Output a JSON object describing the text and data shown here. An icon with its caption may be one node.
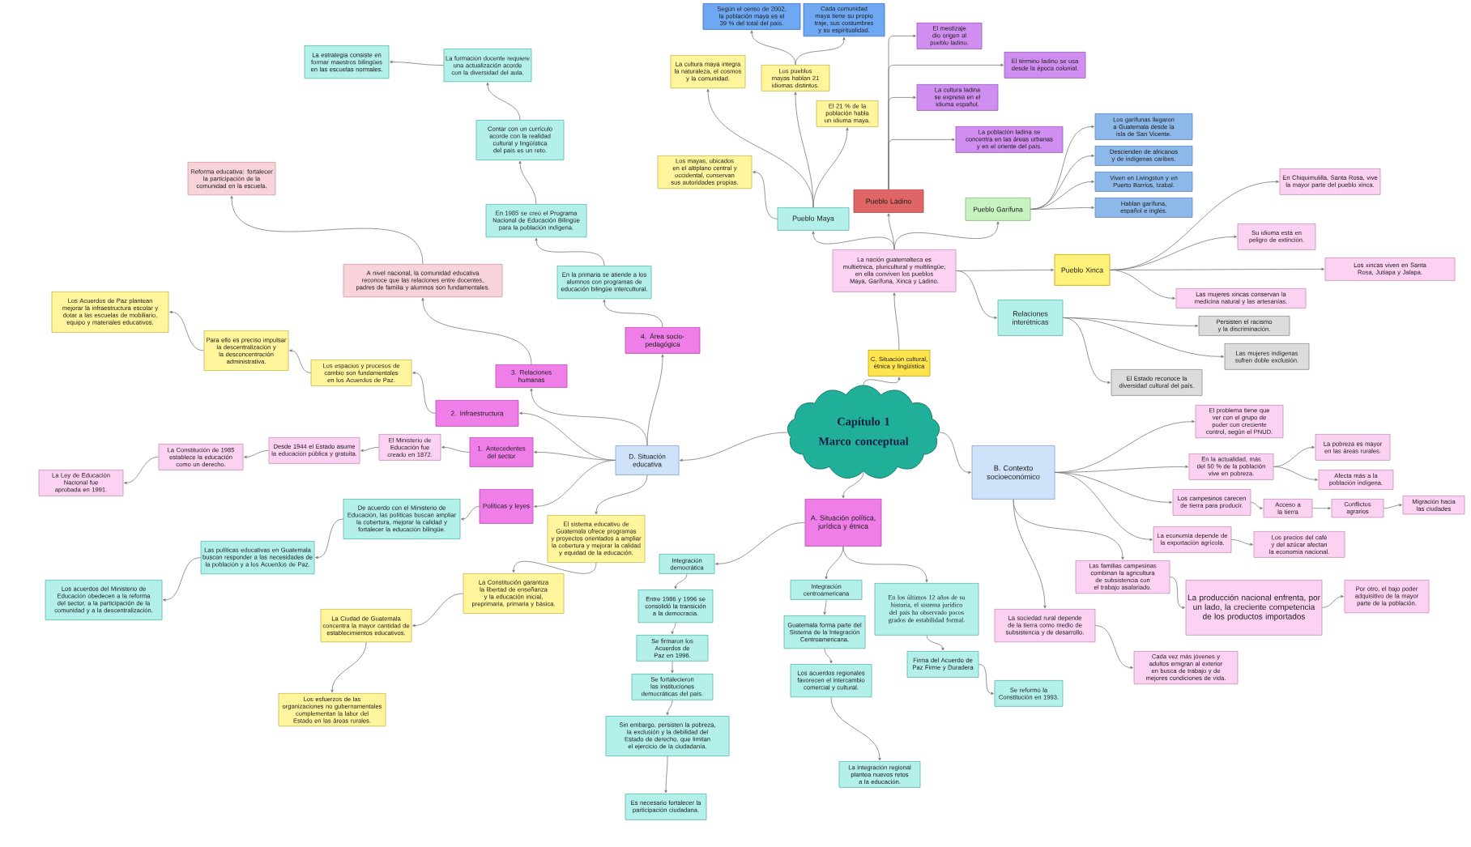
{
  "diagram": {
    "nodes": [
      {
        "text": [
          "Capítulo 1",
          "Marco conceptual"
        ]
      },
      {
        "text": [
          "A. Situación política, jurídica y étnica"
        ]
      },
      {
        "text": [
          "B. Contexto socioeconómico"
        ]
      },
      {
        "text": [
          "C. Situación cultural, étnica y lingüística"
        ]
      },
      {
        "text": [
          "D. Situación educativa"
        ]
      },
      {
        "text": [
          "La nación guatemalteca es multiétnica, pluricultural y multilingüe; en ella conviven los pueblos Maya, Garífuna, Xinca y Ladino."
        ]
      },
      {
        "text": [
          "Pueblo Maya"
        ]
      },
      {
        "text": [
          "Pueblo Ladino"
        ]
      },
      {
        "text": [
          "Pueblo Garífuna"
        ]
      },
      {
        "text": [
          "Pueblo Xinca"
        ]
      },
      {
        "text": [
          "Relaciones interétnicas"
        ]
      },
      {
        "text": [
          "Según el censo de 2002, la población maya es el 39 % del total del país."
        ]
      },
      {
        "text": [
          "Cada comunidad maya tiene su propio traje, sus costumbres y su espiritualidad."
        ]
      },
      {
        "text": [
          "La cultura maya integra la naturaleza, el cosmos y la comunidad."
        ]
      },
      {
        "text": [
          "Los pueblos mayas hablan 21 idiomas distintos."
        ]
      },
      {
        "text": [
          "El 21 % de la población habla un idioma maya."
        ]
      },
      {
        "text": [
          "Los mayas, ubicados en el altiplano central y occidental, conservan sus autoridades propias."
        ]
      },
      {
        "text": [
          "La cultura ladina se expresa en el idioma español."
        ]
      },
      {
        "text": [
          "El mestizaje dio origen al pueblo ladino."
        ]
      },
      {
        "text": [
          "El término ladino se usa desde la época colonial."
        ]
      },
      {
        "text": [
          "La población ladina se concentra en las áreas urbanas y en el oriente del país."
        ]
      },
      {
        "text": [
          "Los garífunas llegaron a Guatemala desde la isla de San Vicente."
        ]
      },
      {
        "text": [
          "Descienden de africanos y de indígenas caribes."
        ]
      },
      {
        "text": [
          "Viven en Livingston y en Puerto Barrios, Izabal."
        ]
      },
      {
        "text": [
          "Hablan garífuna, español e inglés."
        ]
      },
      {
        "text": [
          "En Chiquimulilla, Santa Rosa, vive la mayor parte del pueblo xinca."
        ]
      },
      {
        "text": [
          "Su idioma está en peligro de extinción."
        ]
      },
      {
        "text": [
          "Los xincas viven en Santa Rosa, Jutiapa y Jalapa."
        ]
      },
      {
        "text": [
          "Las mujeres xincas conservan la medicina natural y las artesanías."
        ]
      },
      {
        "text": [
          "Persisten el racismo y la discriminación."
        ]
      },
      {
        "text": [
          "Las mujeres indígenas sufren doble exclusión."
        ]
      },
      {
        "text": [
          "El Estado reconoce la diversidad cultural del país."
        ]
      },
      {
        "text": [
          "4. Área socio-pedagógica"
        ]
      },
      {
        "text": [
          "3. Relaciones humanas"
        ]
      },
      {
        "text": [
          "2. Infraestructura"
        ]
      },
      {
        "text": [
          "1. Antecedentes del sector"
        ]
      },
      {
        "text": [
          "Políticas y leyes"
        ]
      },
      {
        "text": [
          "El sistema educativo de Guatemala ofrece programas y proyectos orientados a ampliar la cobertura y mejorar la calidad y equidad de la educación."
        ]
      },
      {
        "text": [
          "En la primaria se atiende a los alumnos con programas de educación bilingüe intercultural."
        ]
      },
      {
        "text": [
          "En 1985 se creó el Programa Nacional de Educación Bilingüe para la población indígena."
        ]
      },
      {
        "text": [
          "Contar con un currículo acorde con la realidad cultural y lingüística del país es un reto."
        ]
      },
      {
        "text": [
          "La formación docente requiere una actualización acorde con la diversidad del aula."
        ]
      },
      {
        "text": [
          "La estrategia consiste en formar maestros bilingües en las escuelas normales."
        ]
      },
      {
        "text": [
          "A nivel nacional, la comunidad educativa reconoce que las relaciones entre docentes, padres de familia y alumnos son fundamentales."
        ]
      },
      {
        "text": [
          "Reforma educativa: fortalecer la participación de la comunidad en la escuela."
        ]
      },
      {
        "text": [
          "Los espacios y procesos de cambio son fundamentales en los Acuerdos de Paz."
        ]
      },
      {
        "text": [
          "Para ello es preciso impulsar la descentralización y la desconcentración administrativa."
        ]
      },
      {
        "text": [
          "Los Acuerdos de Paz plantean mejorar la infraestructura escolar y dotar a las escuelas de mobiliario, equipo y materiales educativos."
        ]
      },
      {
        "text": [
          "El Ministerio de Educación fue creado en 1872."
        ]
      },
      {
        "text": [
          "Desde 1944 el Estado asume la educación pública y gratuita."
        ]
      },
      {
        "text": [
          "La Constitución de 1985 establece la educación como un derecho."
        ]
      },
      {
        "text": [
          "La Ley de Educación Nacional fue aprobada en 1991."
        ]
      },
      {
        "text": [
          "De acuerdo con el Ministerio de Educación, las políticas buscan ampliar la cobertura, mejorar la calidad y fortalecer la educación bilingüe."
        ]
      },
      {
        "text": [
          "Las políticas educativas en Guatemala buscan responder a las necesidades de la población y a los Acuerdos de Paz."
        ]
      },
      {
        "text": [
          "Los acuerdos del Ministerio de Educación obedecen a la reforma del sector, a la participación de la comunidad y a la descentralización."
        ]
      },
      {
        "text": [
          "La Constitución garantiza la libertad de enseñanza y la educación inicial, preprimaria, primaria y básica."
        ]
      },
      {
        "text": [
          "La Ciudad de Guatemala concentra la mayor cantidad de establecimientos educativos."
        ]
      },
      {
        "text": [
          "Los esfuerzos de las organizaciones no gubernamentales complementan la labor del Estado en las áreas rurales."
        ]
      },
      {
        "text": [
          "Integración democrática"
        ]
      },
      {
        "text": [
          "Entre 1986 y 1996 se consolidó la transición a la democracia."
        ]
      },
      {
        "text": [
          "Se firmaron los Acuerdos de Paz en 1996."
        ]
      },
      {
        "text": [
          "Se fortalecieron las instituciones democráticas del país."
        ]
      },
      {
        "text": [
          "Sin embargo, persisten la pobreza, la exclusión y la debilidad del Estado de derecho, que limitan el ejercicio de la ciudadanía."
        ]
      },
      {
        "text": [
          "Es necesario fortalecer la participación ciudadana."
        ]
      },
      {
        "text": [
          "Integración centroamericana"
        ]
      },
      {
        "text": [
          "Guatemala forma parte del Sistema de la Integración Centroamericana."
        ]
      },
      {
        "text": [
          "Los acuerdos regionales favorecen el intercambio comercial y cultural."
        ]
      },
      {
        "text": [
          "La integración regional plantea nuevos retos a la educación."
        ]
      },
      {
        "text": [
          "En los últimos 12 años de su historia, el sistema jurídico del país ha observado pocos grados de estabilidad formal."
        ]
      },
      {
        "text": [
          "Firma del Acuerdo de Paz Firme y Duradera"
        ]
      },
      {
        "text": [
          "Se reformó la Constitución en 1993."
        ]
      },
      {
        "text": [
          "El problema tiene que ver con el grupo de poder con creciente control, según el PNUD."
        ]
      },
      {
        "text": [
          "En la actualidad, más del 50 % de la población vive en pobreza."
        ]
      },
      {
        "text": [
          "La pobreza es mayor en las áreas rurales."
        ]
      },
      {
        "text": [
          "Afecta más a la población indígena."
        ]
      },
      {
        "text": [
          "Los campesinos carecen de tierra para producir."
        ]
      },
      {
        "text": [
          "Acceso a la tierra"
        ]
      },
      {
        "text": [
          "Conflictos agrarios"
        ]
      },
      {
        "text": [
          "Migración hacia las ciudades"
        ]
      },
      {
        "text": [
          "La economía depende de la exportación agrícola."
        ]
      },
      {
        "text": [
          "Los precios del café y del azúcar afectan la economía nacional."
        ]
      },
      {
        "text": [
          "Las familias campesinas combinan la agricultura de subsistencia con el trabajo asalariado."
        ]
      },
      {
        "text": [
          "La producción nacional enfrenta, por un lado, la creciente competencia de los productos importados"
        ]
      },
      {
        "text": [
          "Por otro, el bajo poder adquisitivo de la mayor parte de la población."
        ]
      },
      {
        "text": [
          "La sociedad rural depende de la tierra como medio de subsistencia y de desarrollo."
        ]
      },
      {
        "text": [
          "Cada vez más jóvenes y adultos emigran al exterior en busca de trabajo y de mejores condiciones de vida."
        ]
      }
    ],
    "edges": [
      {
        "from": 0,
        "to": 3,
        "arrow": "to"
      },
      {
        "from": 3,
        "to": 5,
        "arrow": "to"
      },
      {
        "from": 5,
        "to": 6,
        "arrow": "to"
      },
      {
        "from": 5,
        "to": 7,
        "arrow": "to"
      },
      {
        "from": 5,
        "to": 8,
        "arrow": "to"
      },
      {
        "from": 5,
        "to": 9,
        "arrow": "to"
      },
      {
        "from": 5,
        "to": 10,
        "arrow": "to"
      },
      {
        "from": 14,
        "to": 11,
        "arrow": "to"
      },
      {
        "from": 14,
        "to": 12,
        "arrow": "to"
      },
      {
        "from": 6,
        "to": 13,
        "arrow": "to"
      },
      {
        "from": 6,
        "to": 14,
        "arrow": "to"
      },
      {
        "from": 6,
        "to": 15,
        "arrow": "to"
      },
      {
        "from": 6,
        "to": 16,
        "arrow": "to"
      },
      {
        "from": 7,
        "to": 17,
        "arrow": "to"
      },
      {
        "from": 7,
        "to": 18,
        "arrow": "to"
      },
      {
        "from": 7,
        "to": 19,
        "arrow": "to"
      },
      {
        "from": 7,
        "to": 20,
        "arrow": "to"
      },
      {
        "from": 8,
        "to": 21,
        "arrow": "to"
      },
      {
        "from": 8,
        "to": 22,
        "arrow": "to"
      },
      {
        "from": 8,
        "to": 23,
        "arrow": "to"
      },
      {
        "from": 8,
        "to": 24,
        "arrow": "to"
      },
      {
        "from": 9,
        "to": 25,
        "arrow": "to"
      },
      {
        "from": 9,
        "to": 26,
        "arrow": "to"
      },
      {
        "from": 9,
        "to": 27,
        "arrow": "to"
      },
      {
        "from": 9,
        "to": 28,
        "arrow": "to"
      },
      {
        "from": 10,
        "to": 29,
        "arrow": "to"
      },
      {
        "from": 10,
        "to": 30,
        "arrow": "to"
      },
      {
        "from": 10,
        "to": 31,
        "arrow": "to"
      },
      {
        "from": 0,
        "to": 4,
        "arrow": "to"
      },
      {
        "from": 4,
        "to": 32,
        "arrow": "to"
      },
      {
        "from": 4,
        "to": 33,
        "arrow": "to"
      },
      {
        "from": 4,
        "to": 34,
        "arrow": "to"
      },
      {
        "from": 4,
        "to": 35,
        "arrow": "to"
      },
      {
        "from": 4,
        "to": 36,
        "arrow": "to"
      },
      {
        "from": 4,
        "to": 37,
        "arrow": "to"
      },
      {
        "from": 32,
        "to": 38,
        "arrow": "to"
      },
      {
        "from": 38,
        "to": 39,
        "arrow": "to"
      },
      {
        "from": 39,
        "to": 40,
        "arrow": "to"
      },
      {
        "from": 40,
        "to": 41,
        "arrow": "to"
      },
      {
        "from": 41,
        "to": 42,
        "arrow": "to"
      },
      {
        "from": 33,
        "to": 43,
        "arrow": "to"
      },
      {
        "from": 43,
        "to": 44,
        "arrow": "to"
      },
      {
        "from": 34,
        "to": 45,
        "arrow": "to"
      },
      {
        "from": 45,
        "to": 46,
        "arrow": "to"
      },
      {
        "from": 46,
        "to": 47,
        "arrow": "to"
      },
      {
        "from": 35,
        "to": 48,
        "arrow": "to"
      },
      {
        "from": 48,
        "to": 49,
        "arrow": "to"
      },
      {
        "from": 49,
        "to": 50,
        "arrow": "to"
      },
      {
        "from": 50,
        "to": 51,
        "arrow": "to"
      },
      {
        "from": 36,
        "to": 52,
        "arrow": "to"
      },
      {
        "from": 52,
        "to": 53,
        "arrow": "to"
      },
      {
        "from": 53,
        "to": 54,
        "arrow": "to"
      },
      {
        "from": 37,
        "to": 55,
        "arrow": "to"
      },
      {
        "from": 55,
        "to": 56,
        "arrow": "to"
      },
      {
        "from": 56,
        "to": 57,
        "arrow": "to"
      },
      {
        "from": 0,
        "to": 1,
        "arrow": "to"
      },
      {
        "from": 1,
        "to": 58,
        "arrow": "to"
      },
      {
        "from": 58,
        "to": 59,
        "arrow": "to"
      },
      {
        "from": 59,
        "to": 60,
        "arrow": "to"
      },
      {
        "from": 60,
        "to": 61,
        "arrow": "to"
      },
      {
        "from": 61,
        "to": 62,
        "arrow": "to"
      },
      {
        "from": 62,
        "to": 63,
        "arrow": "to"
      },
      {
        "from": 1,
        "to": 64,
        "arrow": "to"
      },
      {
        "from": 64,
        "to": 65,
        "arrow": "to"
      },
      {
        "from": 65,
        "to": 66,
        "arrow": "to"
      },
      {
        "from": 66,
        "to": 67,
        "arrow": "to"
      },
      {
        "from": 1,
        "to": 68,
        "arrow": "to"
      },
      {
        "from": 68,
        "to": 69,
        "arrow": "to"
      },
      {
        "from": 69,
        "to": 70,
        "arrow": "to"
      },
      {
        "from": 0,
        "to": 2,
        "arrow": "to"
      },
      {
        "from": 2,
        "to": 71,
        "arrow": "to"
      },
      {
        "from": 2,
        "to": 72,
        "arrow": "to"
      },
      {
        "from": 72,
        "to": 73,
        "arrow": "to"
      },
      {
        "from": 72,
        "to": 74,
        "arrow": "to"
      },
      {
        "from": 2,
        "to": 75,
        "arrow": "to"
      },
      {
        "from": 75,
        "to": 76,
        "arrow": "to"
      },
      {
        "from": 76,
        "to": 77,
        "arrow": "to"
      },
      {
        "from": 77,
        "to": 78,
        "arrow": "to"
      },
      {
        "from": 2,
        "to": 79,
        "arrow": "to"
      },
      {
        "from": 79,
        "to": 80,
        "arrow": "to"
      },
      {
        "from": 2,
        "to": 81,
        "arrow": "to"
      },
      {
        "from": 81,
        "to": 82,
        "arrow": "to"
      },
      {
        "from": 82,
        "to": 83,
        "arrow": "to"
      },
      {
        "from": 2,
        "to": 84,
        "arrow": "to"
      },
      {
        "from": 84,
        "to": 85,
        "arrow": "to"
      }
    ]
  }
}
